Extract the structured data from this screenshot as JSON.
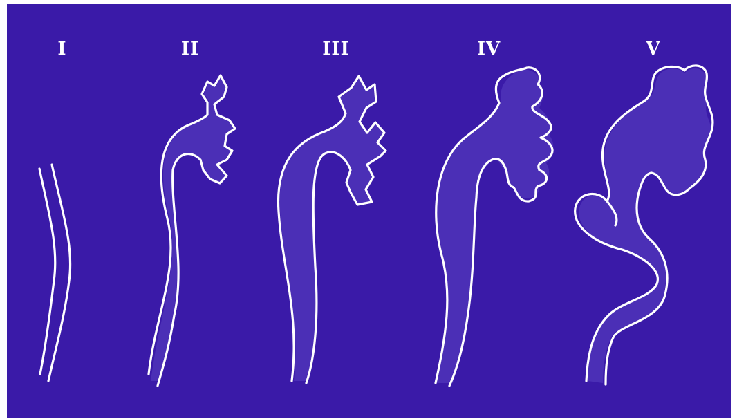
{
  "stages": [
    {
      "label": "I"
    },
    {
      "label": "II"
    },
    {
      "label": "III"
    },
    {
      "label": "IV"
    },
    {
      "label": "V"
    }
  ],
  "colors": {
    "background": "#3a1aa8",
    "outline": "#ffffff"
  }
}
